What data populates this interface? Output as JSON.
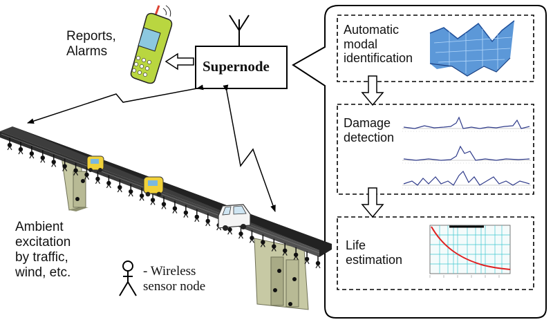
{
  "labels": {
    "reports_alarms": [
      "Reports,",
      "Alarms"
    ],
    "supernode": "Supernode",
    "automatic_modal": [
      "Automatic",
      "modal",
      "identification"
    ],
    "damage_detection": [
      "Damage",
      "detection"
    ],
    "life_estimation": [
      "Life",
      "estimation"
    ],
    "ambient": [
      "Ambient",
      "excitation",
      "by traffic,",
      "wind, etc."
    ],
    "legend": [
      "- Wireless",
      "sensor node"
    ]
  },
  "colors": {
    "road": "#3d3d3d",
    "road_top": "#222222",
    "pier": "#c7c9a4",
    "pier_shadow": "#8e9070",
    "sensor": "#111111",
    "mode_shape": "#3f86d1",
    "decay_curve": "#e02020",
    "grid_cyan": "#3fc7d0",
    "trace": "#2e3a8a",
    "phone": "#b9d640",
    "phone_screen": "#8cc8e0"
  }
}
